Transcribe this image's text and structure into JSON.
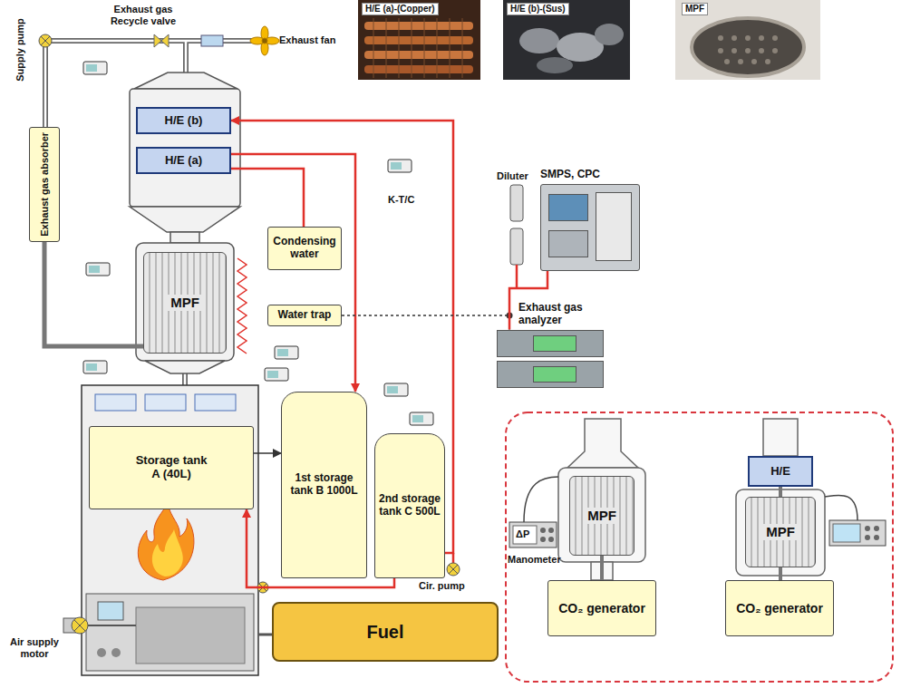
{
  "diagram": {
    "nodes": [
      {
        "text": [
          "H/E (b)"
        ]
      },
      {
        "text": [
          "H/E (a)"
        ]
      },
      {
        "text": [
          "Condensing water"
        ]
      },
      {
        "text": [
          "MPF"
        ]
      },
      {
        "text": [
          "Water trap"
        ]
      },
      {
        "text": [
          "Exhaust gas absorber"
        ]
      },
      {
        "text": [
          "Storage tank A (40L)"
        ]
      },
      {
        "text": [
          "1st storage tank B 1000L"
        ]
      },
      {
        "text": [
          "2nd storage tank C 500L"
        ]
      },
      {
        "text": [
          "Fuel"
        ]
      },
      {
        "text": [
          "SMPS, CPC"
        ]
      },
      {
        "text": [
          "Exhaust gas analyzer"
        ]
      },
      {
        "text": [
          "MPF"
        ]
      },
      {
        "text": [
          "CO₂ generator"
        ]
      },
      {
        "text": [
          "H/E"
        ]
      },
      {
        "text": [
          "MPF"
        ]
      },
      {
        "text": [
          "CO₂ generator"
        ]
      }
    ],
    "edges": [
      {
        "from": 8,
        "to": 0,
        "arrow": "to"
      },
      {
        "from": 1,
        "to": 7,
        "arrow": "to"
      },
      {
        "from": 1,
        "to": 2,
        "arrow": "none"
      },
      {
        "from": 6,
        "to": 7,
        "arrow": "to"
      },
      {
        "from": 8,
        "to": 6,
        "arrow": "to"
      },
      {
        "from": 4,
        "to": 11,
        "arrow": "none"
      },
      {
        "from": 10,
        "to": 11,
        "arrow": "none"
      },
      {
        "from": 5,
        "to": 3,
        "arrow": "none"
      },
      {
        "from": 12,
        "to": 13,
        "arrow": "none"
      },
      {
        "from": 14,
        "to": 15,
        "arrow": "none"
      },
      {
        "from": 15,
        "to": 16,
        "arrow": "none"
      }
    ],
    "labels": [
      "Exhaust gas Recycle valve",
      "Exhaust fan",
      "Supply pump",
      "H/E (a)-(Copper)",
      "H/E (b)-(Sus)",
      "MPF",
      "K-T/C",
      "Diluter",
      "Cir. pump",
      "Air supply motor",
      "Manometer",
      "ΔP"
    ]
  }
}
